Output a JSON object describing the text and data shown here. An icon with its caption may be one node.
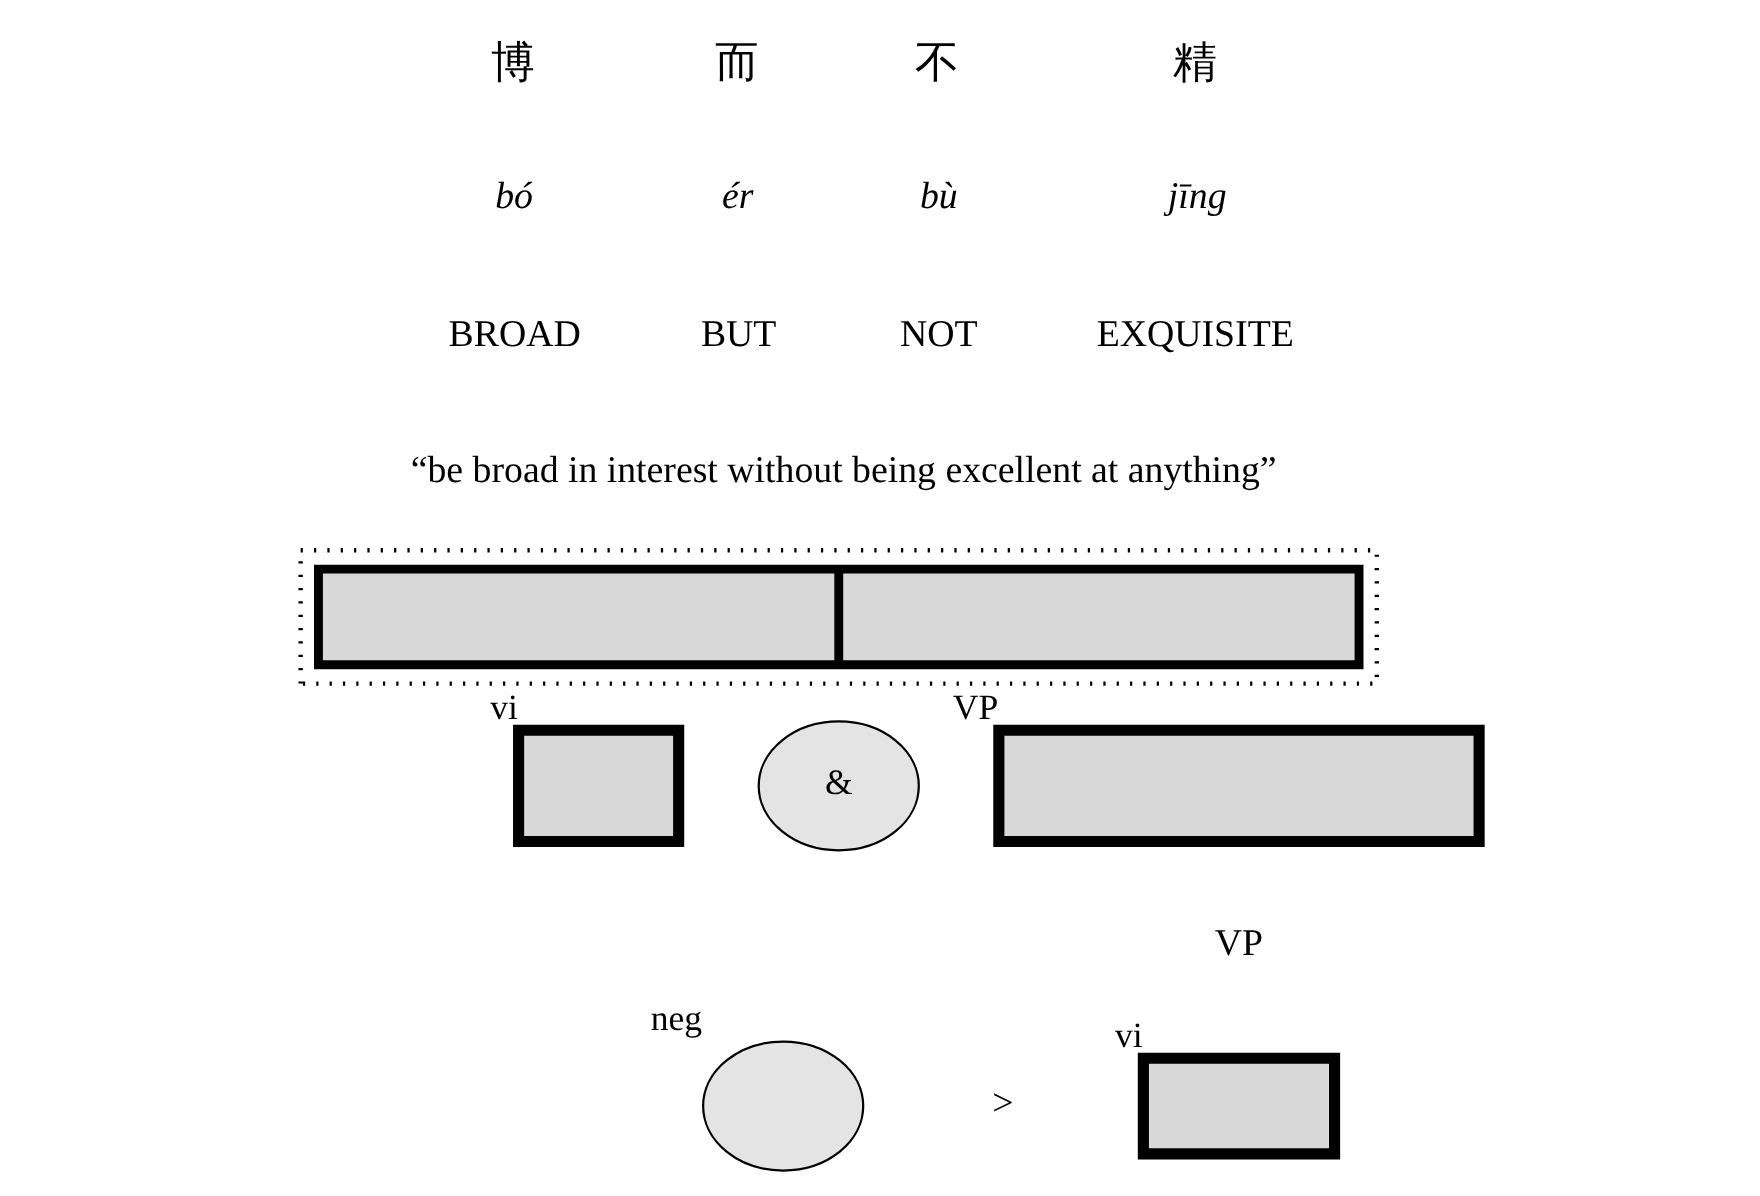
{
  "diagram": {
    "nodes": [
      {
        "text": [],
        "shape": "box"
      },
      {
        "text": [],
        "shape": "box",
        "in": 0
      },
      {
        "text": [],
        "shape": "box",
        "beside": [
          "vi"
        ]
      },
      {
        "text": [
          "&"
        ]
      },
      {
        "text": [],
        "shape": "box",
        "beside": [
          "VP"
        ]
      },
      {
        "text": [],
        "shape": "circle",
        "beside": [
          "neg"
        ]
      },
      {
        "text": [],
        "shape": "box",
        "beside": [
          "vi"
        ]
      }
    ],
    "edges": [],
    "labels": [
      "博",
      "而",
      "不",
      "精",
      "bó",
      "ér",
      "bù",
      "jīng",
      "BROAD",
      "BUT",
      "NOT",
      "EXQUISITE",
      "“be broad in interest without being excellent at anything”",
      "VP",
      ">"
    ]
  }
}
